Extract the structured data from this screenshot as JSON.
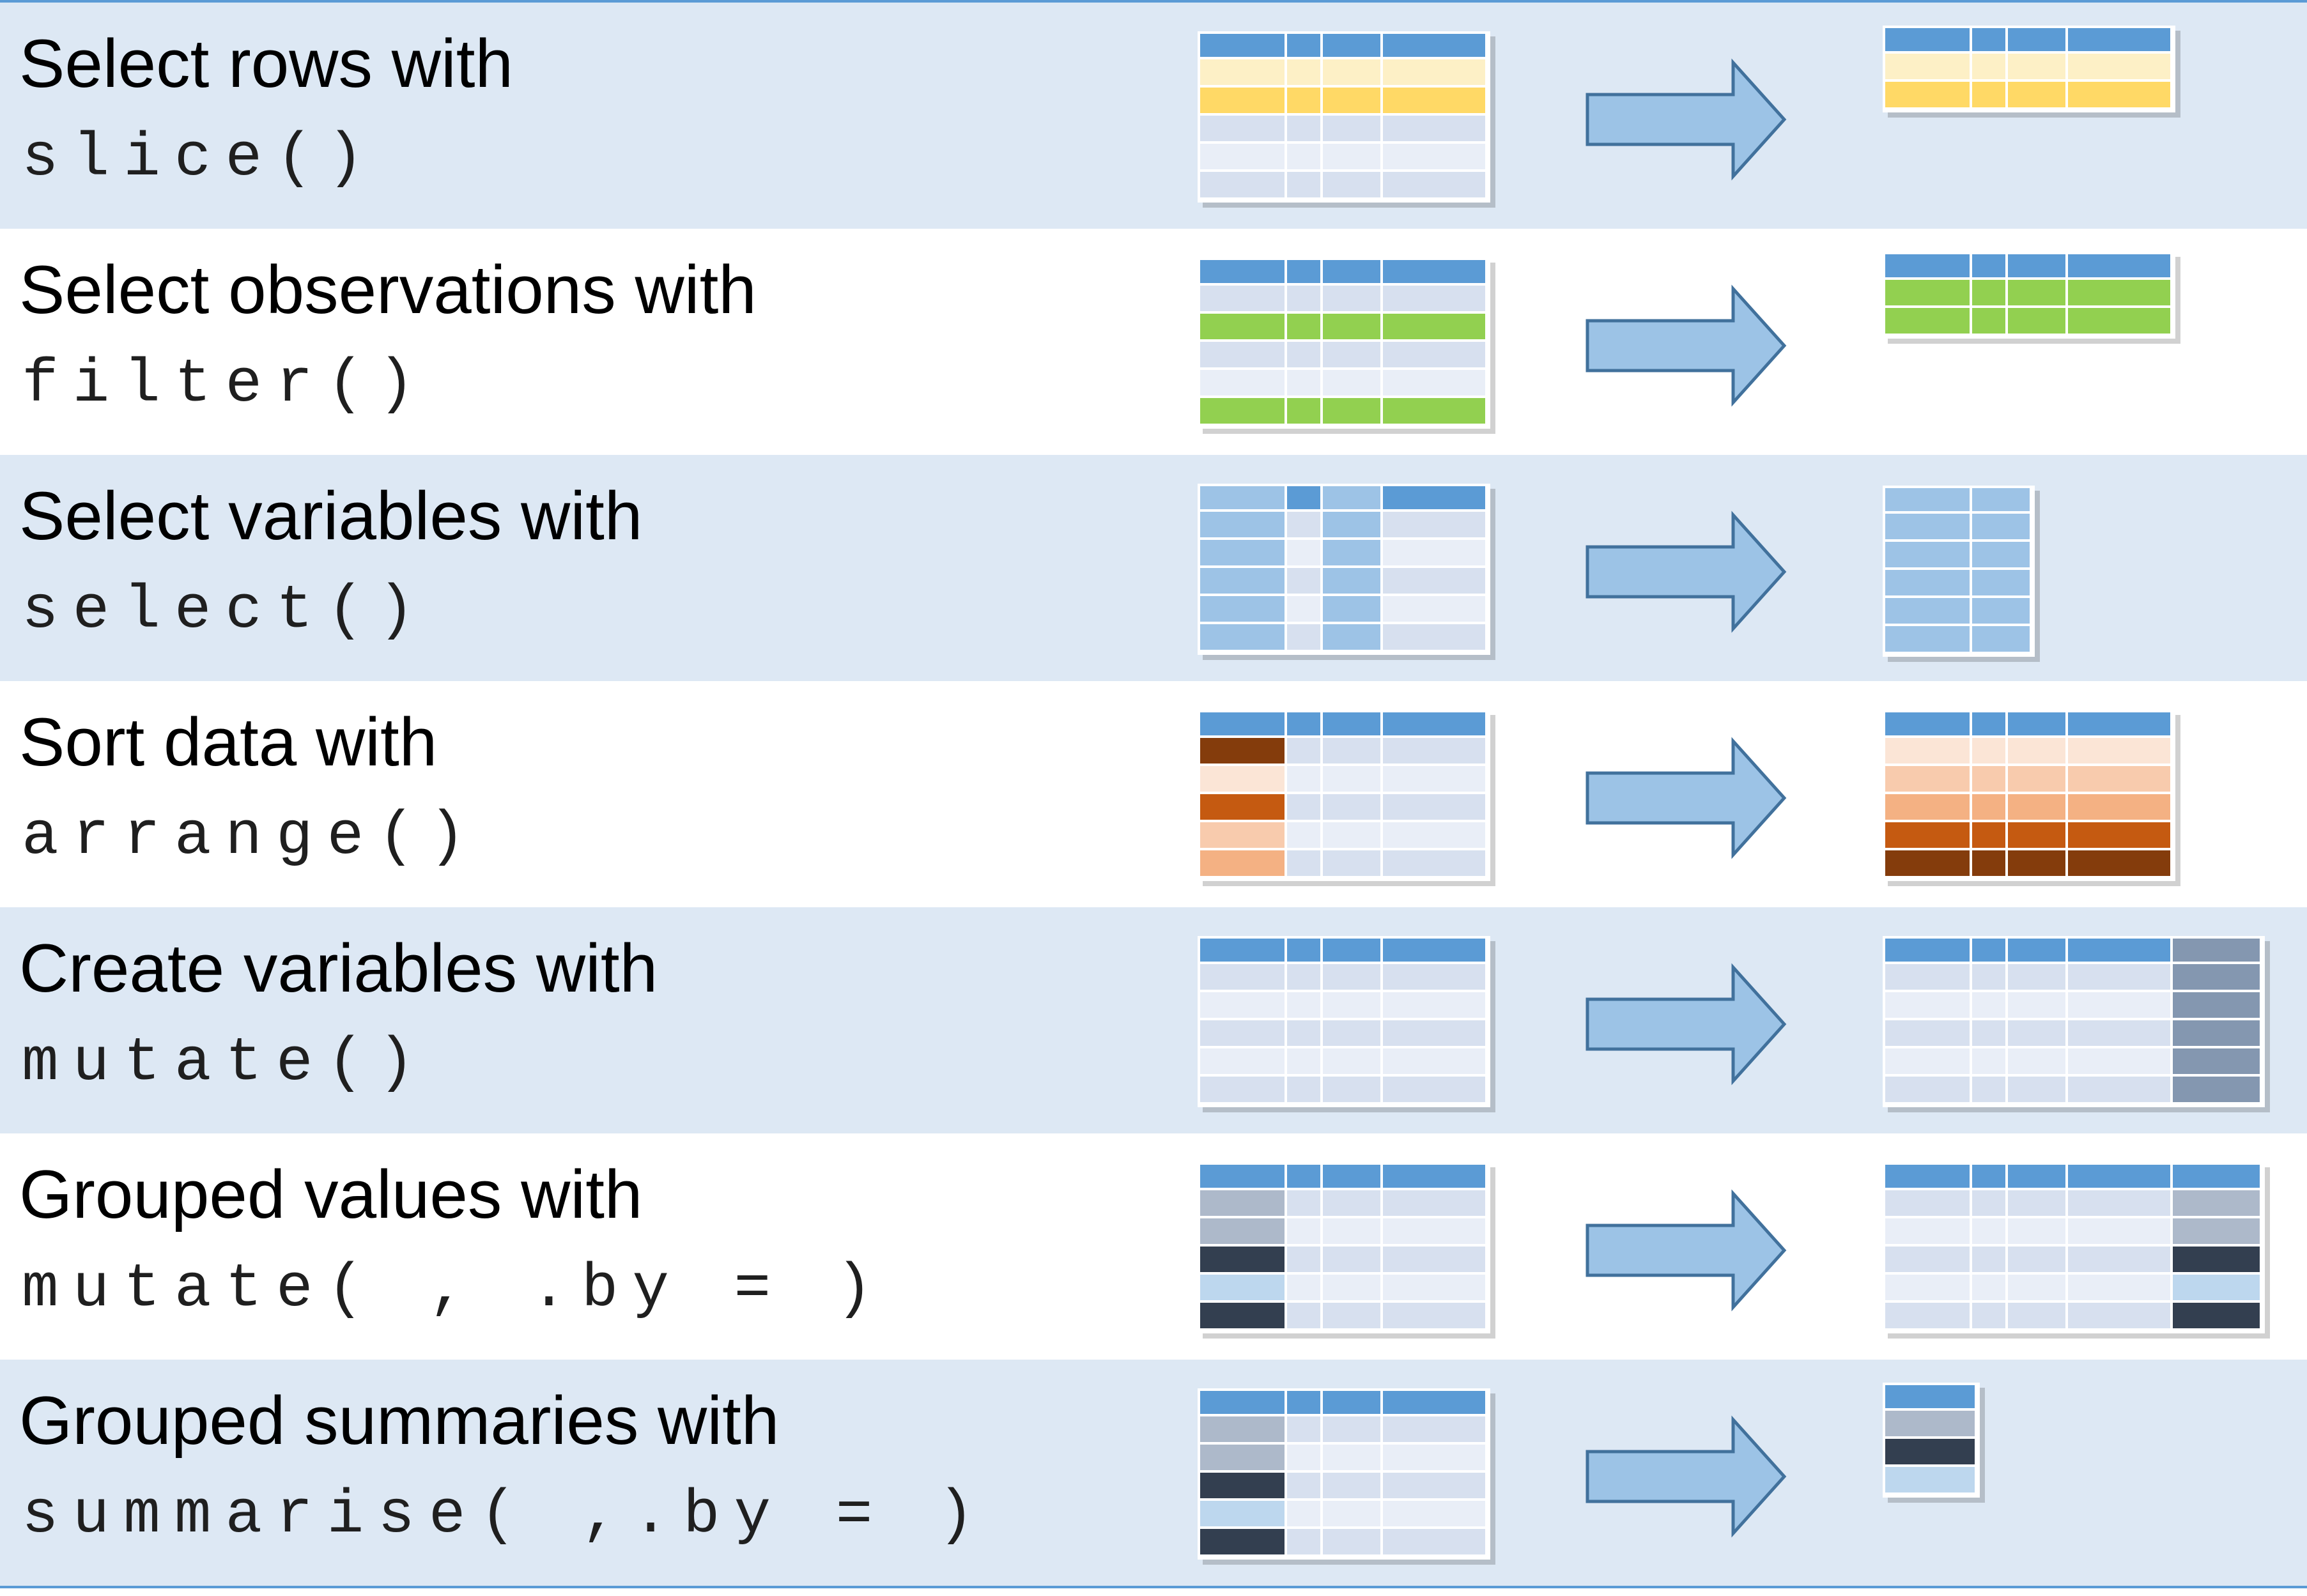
{
  "colors": {
    "band_shaded": "#dde8f4",
    "band_plain": "#ffffff",
    "rule": "#5b9bd5",
    "arrow_fill": "#9cc3e6",
    "arrow_stroke": "#41719c",
    "header": "#5b9bd5",
    "row_light": "#e9eef7",
    "row_mid": "#d7e0ef"
  },
  "rows": [
    {
      "title": "Select rows with",
      "code": "slice()",
      "shaded": true,
      "input": {
        "rows": [
          "#fdf0c6",
          "#ffd966",
          "row_mid",
          "row_light",
          "row_mid"
        ]
      },
      "output": {
        "rows": [
          "#fdf0c6",
          "#ffd966"
        ]
      }
    },
    {
      "title": "Select observations with",
      "code": "filter()",
      "shaded": false,
      "input": {
        "rows": [
          "row_mid",
          "#92d050",
          "row_mid",
          "row_light",
          "#92d050"
        ]
      },
      "output": {
        "rows": [
          "#92d050",
          "#92d050"
        ]
      }
    },
    {
      "title": "Select variables with",
      "code": "select()",
      "shaded": true,
      "input": {
        "rows": [
          "row_mid",
          "row_light",
          "row_mid",
          "row_light",
          "row_mid"
        ],
        "highlight_cols": [
          0,
          2
        ],
        "highlight_color": "#9dc3e6"
      },
      "output": {
        "cols": 2,
        "rows": [
          "#9dc3e6",
          "#9dc3e6",
          "#9dc3e6",
          "#9dc3e6",
          "#9dc3e6"
        ],
        "header_color": "#9dc3e6"
      }
    },
    {
      "title": "Sort data with",
      "code": "arrange()",
      "shaded": false,
      "input": {
        "rows": [
          "row_mid",
          "row_light",
          "row_mid",
          "row_light",
          "row_mid"
        ],
        "first_col_colors": [
          "#843c0c",
          "#fbe5d6",
          "#c55a11",
          "#f8cbad",
          "#f4b183"
        ]
      },
      "output": {
        "rows": [
          "#fbe5d6",
          "#f8cbad",
          "#f4b183",
          "#c55a11",
          "#843c0c"
        ]
      }
    },
    {
      "title": "Create variables with",
      "code": "mutate()",
      "shaded": true,
      "input": {
        "rows": [
          "row_mid",
          "row_light",
          "row_mid",
          "row_light",
          "row_mid"
        ]
      },
      "output": {
        "rows": [
          "row_mid",
          "row_light",
          "row_mid",
          "row_light",
          "row_mid"
        ],
        "extra_col_colors": [
          "#8497b0",
          "#8497b0",
          "#8497b0",
          "#8497b0",
          "#8497b0"
        ],
        "extra_header_color": "#8497b0"
      }
    },
    {
      "title": "Grouped values with",
      "code": "mutate( , .by = )",
      "shaded": false,
      "input": {
        "rows": [
          "row_mid",
          "row_light",
          "row_mid",
          "row_light",
          "row_mid"
        ],
        "first_col_colors": [
          "#adb9ca",
          "#adb9ca",
          "#333f50",
          "#bdd7ee",
          "#333f50"
        ]
      },
      "output": {
        "rows": [
          "row_mid",
          "row_light",
          "row_mid",
          "row_light",
          "row_mid"
        ],
        "extra_col_colors": [
          "#adb9ca",
          "#adb9ca",
          "#333f50",
          "#bdd7ee",
          "#333f50"
        ],
        "extra_header_color": "#5b9bd5"
      }
    },
    {
      "title": "Grouped summaries with",
      "code": "summarise( ,.by = )",
      "shaded": true,
      "input": {
        "rows": [
          "row_mid",
          "row_light",
          "row_mid",
          "row_light",
          "row_mid"
        ],
        "first_col_colors": [
          "#adb9ca",
          "#adb9ca",
          "#333f50",
          "#bdd7ee",
          "#333f50"
        ]
      },
      "output": {
        "cols": 1,
        "rows": [
          "#adb9ca",
          "#333f50",
          "#bdd7ee"
        ]
      }
    }
  ]
}
